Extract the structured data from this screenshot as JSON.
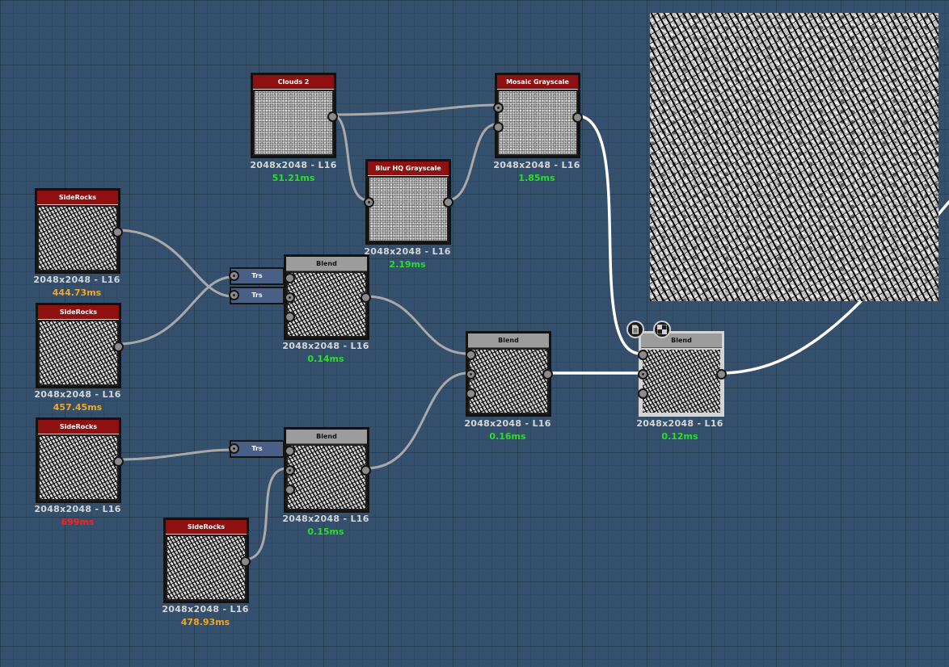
{
  "nodes": {
    "clouds2": {
      "title": "Clouds 2",
      "res": "2048x2048 - L16",
      "time": "51.21ms"
    },
    "mosaic": {
      "title": "Mosaic Grayscale",
      "res": "2048x2048 - L16",
      "time": "1.85ms"
    },
    "blur": {
      "title": "Blur HQ Grayscale",
      "res": "2048x2048 - L16",
      "time": "2.19ms"
    },
    "siderocks1": {
      "title": "SideRocks",
      "res": "2048x2048 - L16",
      "time": "444.73ms"
    },
    "siderocks2": {
      "title": "SideRocks",
      "res": "2048x2048 - L16",
      "time": "457.45ms"
    },
    "siderocks3": {
      "title": "SideRocks",
      "res": "2048x2048 - L16",
      "time": "699ms"
    },
    "siderocks4": {
      "title": "SideRocks",
      "res": "2048x2048 - L16",
      "time": "478.93ms"
    },
    "blend1": {
      "title": "Blend",
      "res": "2048x2048 - L16",
      "time": "0.14ms"
    },
    "blend2": {
      "title": "Blend",
      "res": "2048x2048 - L16",
      "time": "0.15ms"
    },
    "blend3": {
      "title": "Blend",
      "res": "2048x2048 - L16",
      "time": "0.16ms"
    },
    "blend_output": {
      "title": "Blend",
      "res": "2048x2048 - L16",
      "time": "0.12ms"
    }
  },
  "transforms": {
    "trs1": "Trs",
    "trs2": "Trs",
    "trs3": "Trs"
  },
  "colors": {
    "canvas": "#34506d",
    "generator_header": "#8e1010",
    "filter_header": "#9c9c9c",
    "transform_node": "#4a5f86",
    "time_fast": "#27e027",
    "time_medium": "#f5a623",
    "time_slow": "#ff2020",
    "wire": "#a9a9a9",
    "wire_selected": "#ffffff"
  },
  "icons": {
    "badge_left": "document-icon",
    "badge_right": "checker-icon"
  }
}
